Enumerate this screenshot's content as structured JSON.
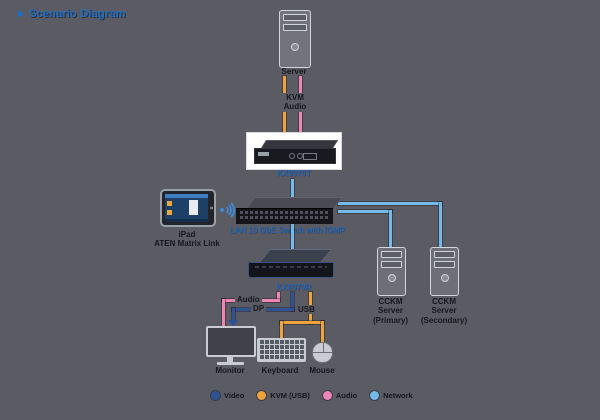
{
  "title": {
    "text": "Scenario Diagram"
  },
  "colors": {
    "background": "#5b5b63",
    "title": "#1b6fc8",
    "device_label": "#2465b4",
    "label_text": "#17171c",
    "video": "#2f5294",
    "kvm_usb": "#eea43c",
    "audio": "#ef85b6",
    "network": "#74bae9",
    "wifi": "#3f87cf"
  },
  "devices": {
    "server": {
      "label": "Server"
    },
    "transmitter": {
      "label": "KX9970T"
    },
    "tablet": {
      "label": "iPad",
      "sublabel": "ATEN Matrix Link"
    },
    "lan_switch": {
      "label": "LAN 10 GbE Switch with IGMP"
    },
    "receiver": {
      "label": "KX9970R"
    },
    "cckm_primary": {
      "line1": "CCKM",
      "line2": "Server",
      "line3": "(Primary)"
    },
    "cckm_secondary": {
      "line1": "CCKM",
      "line2": "Server",
      "line3": "(Secondary)"
    },
    "monitor": {
      "label": "Monitor"
    },
    "keyboard": {
      "label": "Keyboard"
    },
    "mouse": {
      "label": "Mouse"
    }
  },
  "cable_labels": {
    "kvm": "KVM",
    "audio_top": "Audio",
    "audio_bottom": "Audio",
    "dp": "DP",
    "usb": "USB"
  },
  "legend": [
    {
      "label": "Video",
      "color": "#2f5294"
    },
    {
      "label": "KVM (USB)",
      "color": "#eea43c"
    },
    {
      "label": "Audio",
      "color": "#ef85b6"
    },
    {
      "label": "Network",
      "color": "#74bae9"
    }
  ],
  "icons": {
    "bullet": "right-arrow",
    "wifi": "wireless-signal-waves"
  }
}
